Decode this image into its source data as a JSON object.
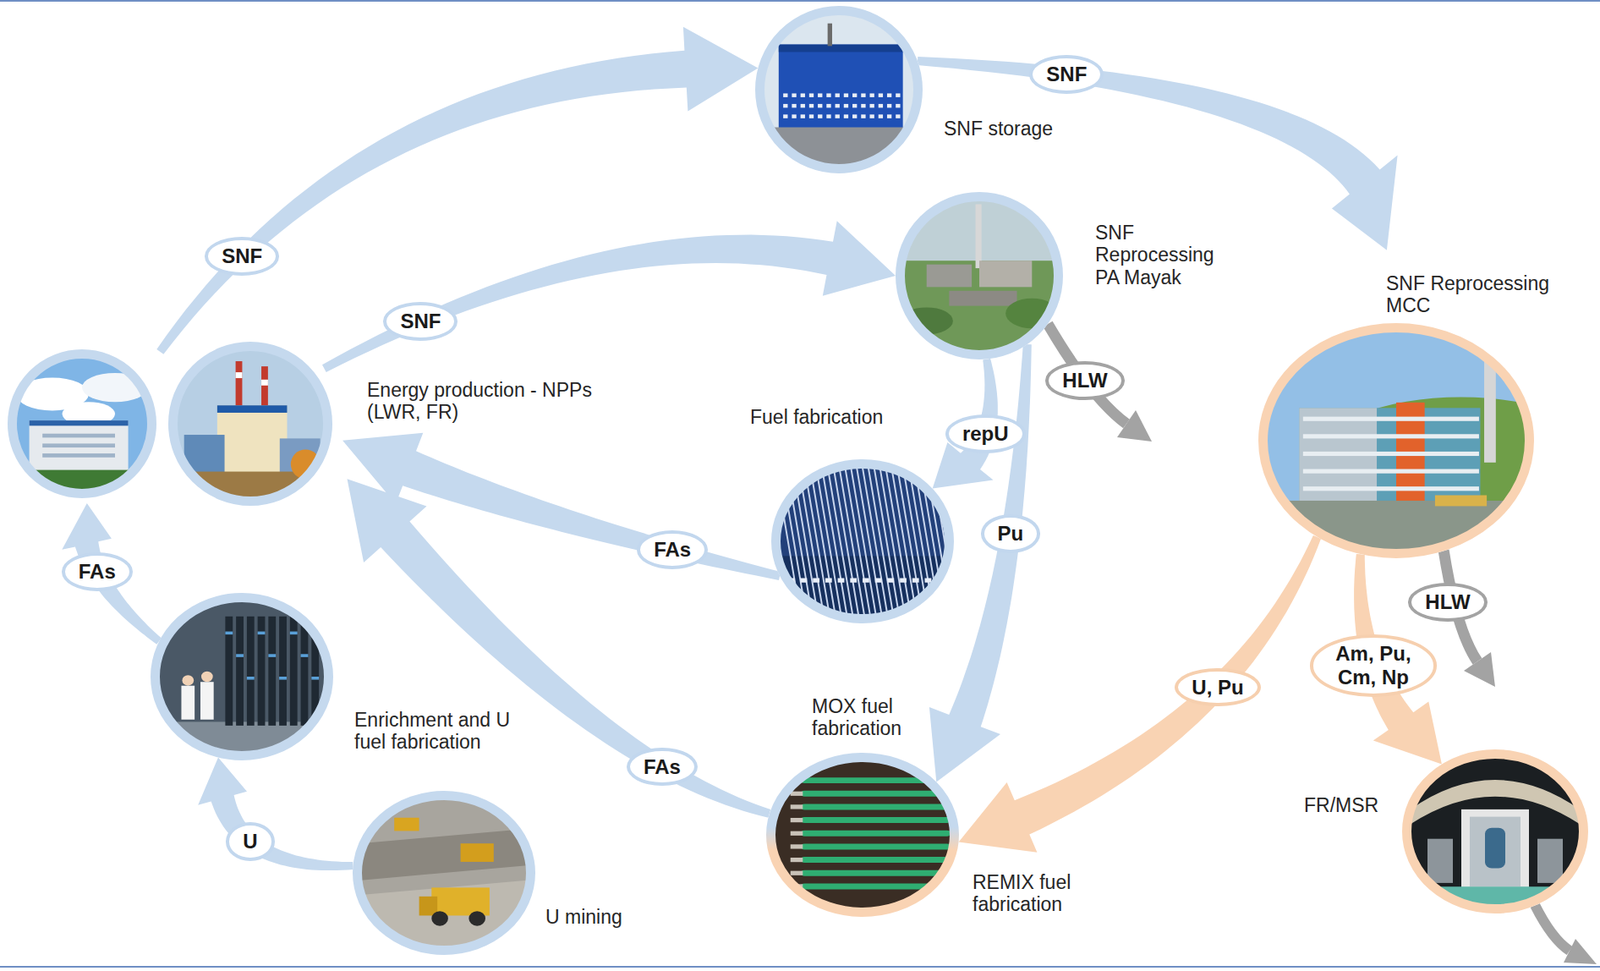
{
  "diagram": {
    "nodes": [
      {
        "text": [
          "Energy production - NPPs (LWR, FR)"
        ]
      },
      {
        "text": [
          "SNF storage"
        ]
      },
      {
        "text": [
          "SNF Reprocessing PA Mayak"
        ]
      },
      {
        "text": [
          "SNF Reprocessing MCC"
        ]
      },
      {
        "text": [
          "Fuel fabrication"
        ]
      },
      {
        "text": [
          "MOX fuel fabrication",
          "REMIX fuel fabrication"
        ]
      },
      {
        "text": [
          "Enrichment and U fuel fabrication"
        ]
      },
      {
        "text": [
          "U mining"
        ]
      },
      {
        "text": [
          "FR/MSR"
        ]
      }
    ],
    "edges": [
      {
        "from": 0,
        "to": 1,
        "label": "SNF",
        "arrow": "to"
      },
      {
        "from": 0,
        "to": 2,
        "label": "SNF",
        "arrow": "to"
      },
      {
        "from": 1,
        "to": 3,
        "label": "SNF",
        "arrow": "to"
      },
      {
        "from": 2,
        "to": 4,
        "label": "repU",
        "arrow": "to"
      },
      {
        "from": 2,
        "to": 5,
        "label": "Pu",
        "arrow": "to"
      },
      {
        "from": 4,
        "to": 0,
        "label": "FAs",
        "arrow": "to"
      },
      {
        "from": 5,
        "to": 0,
        "label": "FAs",
        "arrow": "to"
      },
      {
        "from": 6,
        "to": 0,
        "label": "FAs",
        "arrow": "to"
      },
      {
        "from": 7,
        "to": 6,
        "label": "U",
        "arrow": "to"
      },
      {
        "from": 3,
        "to": 5,
        "label": "U, Pu",
        "arrow": "to"
      },
      {
        "from": 3,
        "to": 8,
        "label": "Am, Pu, Cm, Np",
        "arrow": "to"
      }
    ],
    "labels": [
      "HLW",
      "HLW"
    ]
  }
}
